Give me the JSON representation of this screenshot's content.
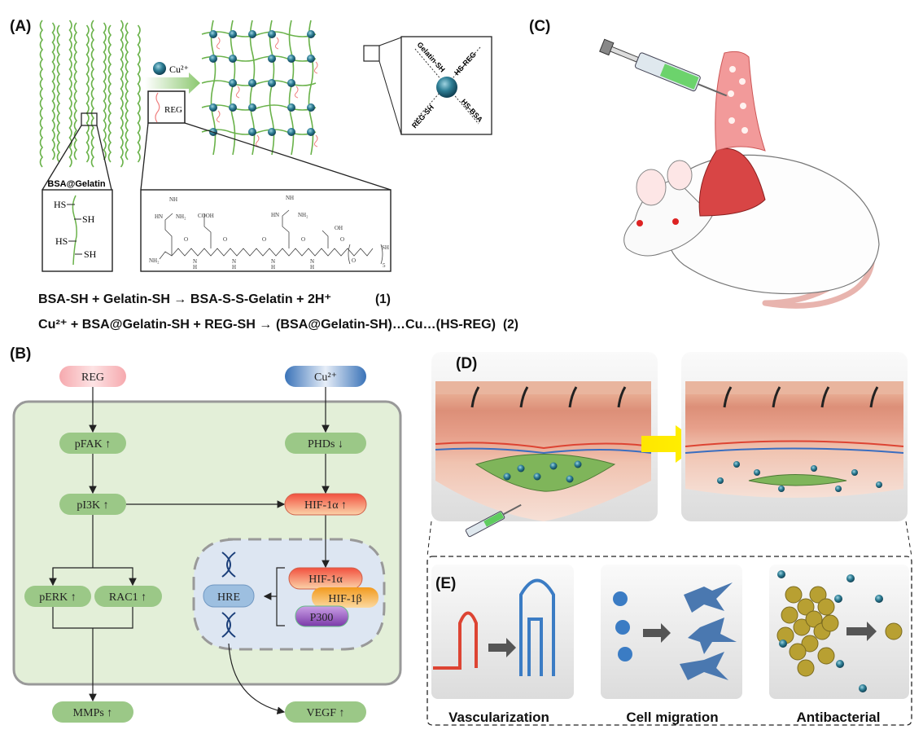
{
  "panels": {
    "a": {
      "label": "(A)",
      "cu_label": "Cu²⁺",
      "reg_label": "REG",
      "inset_labels": [
        "Gelatin-SH",
        "HS-REG",
        "REG-SH",
        "HS-BSA"
      ],
      "bsa_gelatin_label": "BSA@Gelatin",
      "bsa_groups": [
        "HS",
        "SH",
        "HS",
        "SH"
      ],
      "chem_labels": {
        "nh": "NH",
        "hn": "HN",
        "nh2": "NH₂",
        "cooh": "COOH",
        "oh": "OH",
        "o": "O",
        "n": "N",
        "h": "H",
        "sh": "SH",
        "n_repeat": "5"
      },
      "equations": [
        {
          "text": "BSA-SH + Gelatin-SH → BSA-S-S-Gelatin + 2H⁺",
          "number": "(1)"
        },
        {
          "text": "Cu²⁺ + BSA@Gelatin-SH + REG-SH → (BSA@Gelatin-SH)…Cu…(HS-REG)",
          "number": "(2)"
        }
      ]
    },
    "b": {
      "label": "(B)",
      "nodes": {
        "reg": "REG",
        "cu": "Cu²⁺",
        "pfak": "pFAK ↑",
        "phds": "PHDs ↓",
        "pi3k": "pI3K ↑",
        "hif1a_up": "HIF-1α ↑",
        "perk": "pERK ↑",
        "rac1": "RAC1 ↑",
        "hre": "HRE",
        "hif1a": "HIF-1α",
        "hif1b": "HIF-1β",
        "p300": "P300",
        "mmps": "MMPs ↑",
        "vegf": "VEGF ↑"
      },
      "colors": {
        "cell": "#e3efd8",
        "node": "#9bc887",
        "nucleus": "#dde6f2",
        "reg": "#f7c3c6",
        "cu": "#5d8fc8",
        "hif": "#f38a6a",
        "hif1b": "#f2a43a",
        "p300": "#9c5fc0",
        "hre": "#9dbfe0"
      }
    },
    "c": {
      "label": "(C)"
    },
    "d": {
      "label": "(D)",
      "arrow_color": "#ffee00"
    },
    "e": {
      "label": "(E)",
      "captions": [
        "Vascularization",
        "Cell migration",
        "Antibacterial"
      ]
    }
  }
}
